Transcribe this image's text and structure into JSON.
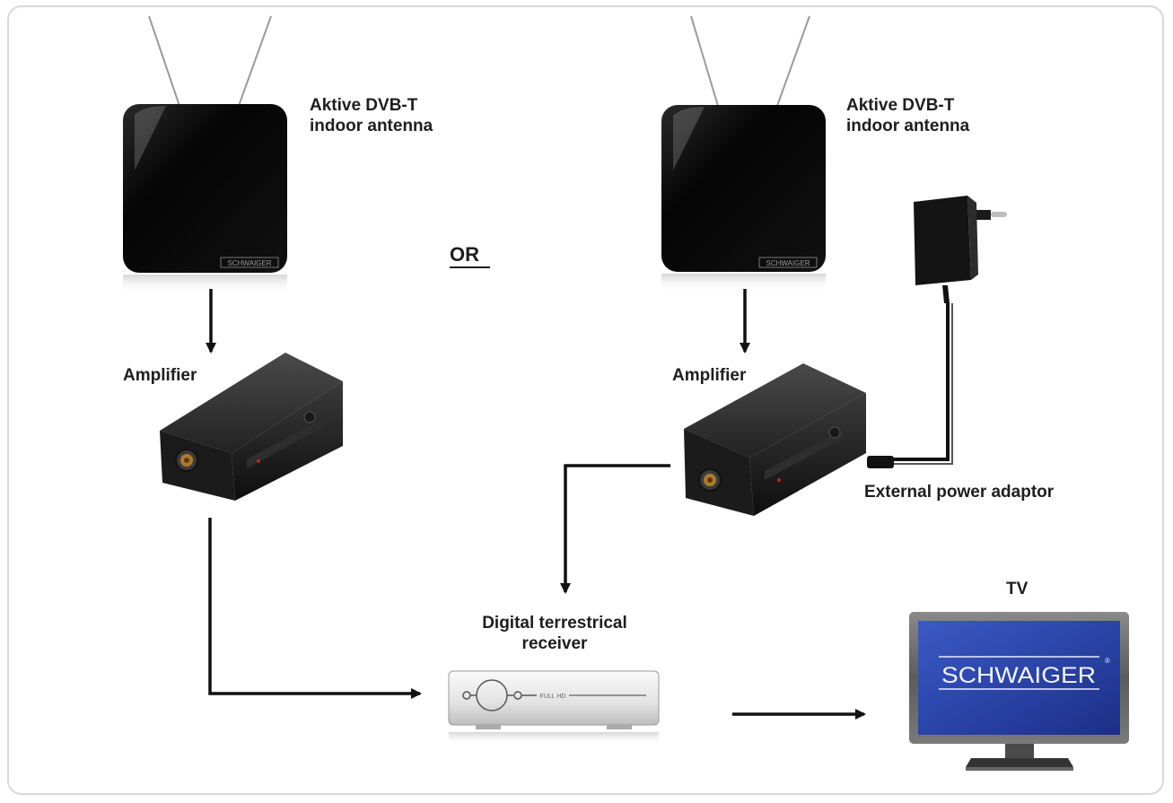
{
  "labels": {
    "antenna_left": {
      "line1": "Aktive DVB-T",
      "line2": "indoor antenna"
    },
    "antenna_right": {
      "line1": "Aktive DVB-T",
      "line2": "indoor antenna"
    },
    "or": "OR",
    "amplifier_left": "Amplifier",
    "amplifier_right": "Amplifier",
    "power_adaptor": "External power adaptor",
    "receiver": {
      "line1": "Digital terrestrical",
      "line2": "receiver"
    },
    "tv": "TV"
  },
  "device_text": {
    "antenna_brand": "SCHWAIGER",
    "receiver_badge": "FULL HD",
    "tv_brand": "SCHWAIGER",
    "tv_registered": "®"
  },
  "colors": {
    "arrow": "#111111",
    "tv_screen": "#2f4bb0",
    "device_black": "#0c0c0c",
    "frame_border": "#d9d9d9"
  }
}
